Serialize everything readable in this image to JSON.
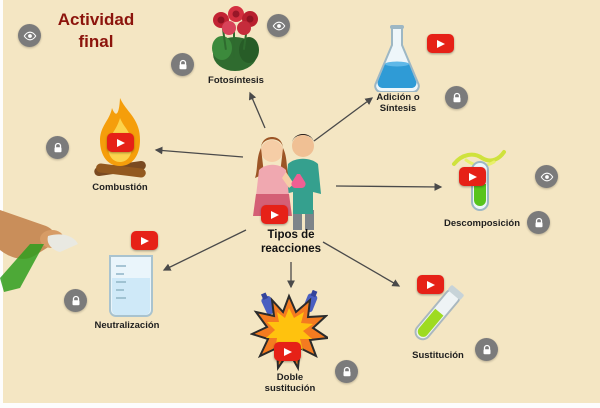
{
  "page": {
    "title": "Actividad\nfinal",
    "background_color": "#f4e6c3",
    "title_color": "#8c140c"
  },
  "center": {
    "label": "Tipos de\nreacciones"
  },
  "nodes": {
    "fotosintesis": {
      "label": "Fotosíntesis"
    },
    "adicion_sintesis": {
      "label": "Adición o\nSíntesis"
    },
    "descomposicion": {
      "label": "Descomposición"
    },
    "combustion": {
      "label": "Combustión"
    },
    "neutralizacion": {
      "label": "Neutralización"
    },
    "doble_sustitucion": {
      "label": "Doble\nsustitución"
    },
    "sustitucion": {
      "label": "Sustitución"
    }
  },
  "icons": {
    "play": "youtube-play-button",
    "eye": "eye-icon",
    "lock": "padlock-icon",
    "play_button_color": "#e62117",
    "gray_icon_color": "#7b7b7b"
  }
}
